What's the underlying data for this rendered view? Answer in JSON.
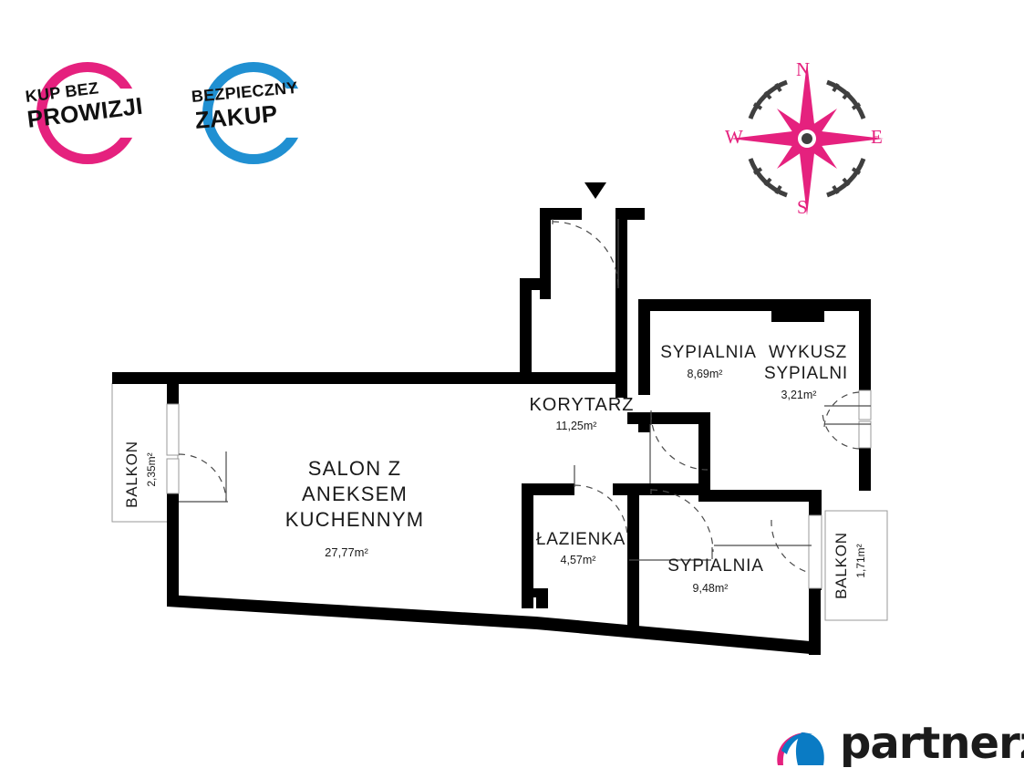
{
  "badges": [
    {
      "id": "kup-bez-prowizji",
      "line1": "KUP BEZ",
      "line2": "PROWIZJI",
      "color": "#E5217E"
    },
    {
      "id": "bezpieczny-zakup",
      "line1": "BEZPIECZNY",
      "line2": "ZAKUP",
      "color": "#2090D2"
    }
  ],
  "compass": {
    "north": "N",
    "south": "S",
    "west": "W",
    "east": "E",
    "color": "#E5217E",
    "ring_color": "#3f3f3f"
  },
  "floorplan": {
    "rooms": [
      {
        "id": "salon",
        "name": "SALON Z\nANEKSEM\nKUCHENNYM",
        "line1": "SALON Z",
        "line2": "ANEKSEM",
        "line3": "KUCHENNYM",
        "area": "27,77m²"
      },
      {
        "id": "korytarz",
        "line1": "KORYTARZ",
        "area": "11,25m²"
      },
      {
        "id": "sypialnia-gora",
        "line1": "SYPIALNIA",
        "area": "8,69m²"
      },
      {
        "id": "wykusz",
        "line1": "WYKUSZ",
        "line2": "SYPIALNI",
        "area": "3,21m²"
      },
      {
        "id": "lazienka",
        "line1": "ŁAZIENKA",
        "area": "4,57m²"
      },
      {
        "id": "sypialnia-dol",
        "line1": "SYPIALNIA",
        "area": "9,48m²"
      },
      {
        "id": "balkon-lewy",
        "line1": "BALKON",
        "area": "2,35m²"
      },
      {
        "id": "balkon-prawy",
        "line1": "BALKON",
        "area": "1,71m²"
      }
    ],
    "wall_color": "#000000",
    "entrance_marker": "entrance-arrow"
  },
  "brand": {
    "name": "partnerzy",
    "mark_pink": "#E5217E",
    "mark_blue": "#0A7BC4"
  }
}
